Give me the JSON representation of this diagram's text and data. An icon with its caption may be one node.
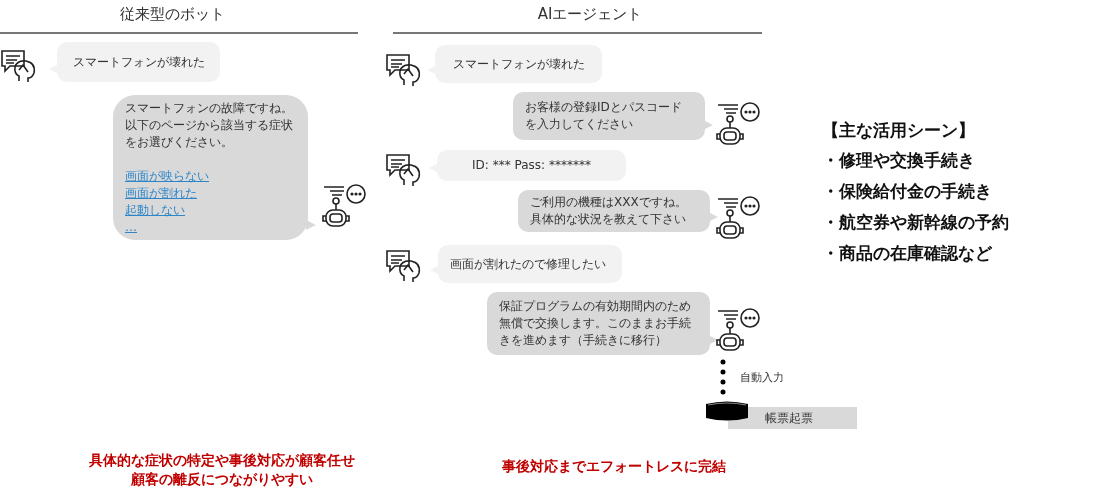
{
  "diagram": {
    "nodes": [
      {
        "text": [
          "スマートフォンが壊れた"
        ]
      },
      {
        "text": [
          "スマートフォンの故障ですね。以下のページから該当する症状をお選びください。",
          "画面が映らない",
          "画面が割れた",
          "起動しない",
          "…"
        ]
      },
      {
        "text": [
          "スマートフォンが壊れた"
        ]
      },
      {
        "text": [
          "お客様の登録IDとパスコードを入力してください"
        ]
      },
      {
        "text": [
          "ID: *** Pass: *******"
        ]
      },
      {
        "text": [
          "ご利用の機種はXXXですね。具体的な状況を教えて下さい"
        ]
      },
      {
        "text": [
          "画面が割れたので修理したい"
        ]
      },
      {
        "text": [
          "保証プログラムの有効期間内のため無償で交換します。このままお手続きを進めます（手続きに移行）"
        ]
      },
      {
        "text": [],
        "shape": "robot"
      },
      {
        "text": [
          "帳票起票"
        ]
      }
    ],
    "edges": [
      {
        "from": 8,
        "to": 9,
        "arrow": "none",
        "style": "dashed",
        "label": "自動入力"
      }
    ],
    "labels": [
      "従来型のボット",
      "AIエージェント",
      "【主な活用シーン】",
      "・修理や交換手続き",
      "・保険給付金の手続き",
      "・航空券や新幹線の予約",
      "・商品の在庫確認など",
      "具体的な症状の特定や事後対応が顧客任せ",
      "顧客の離反につながりやすい",
      "事後対応までエフォートレスに完結"
    ]
  }
}
